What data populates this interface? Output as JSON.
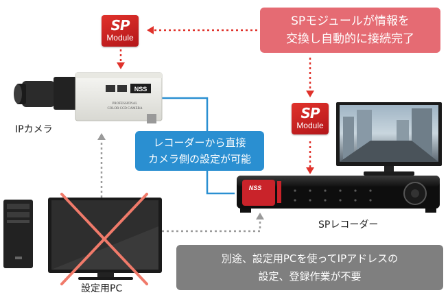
{
  "badges": {
    "sp": "SP",
    "module": "Module"
  },
  "camera": {
    "label": "IPカメラ",
    "brand": "NSS",
    "small_text_1": "PROFESSIONAL",
    "small_text_2": "COLOR CCD CAMERA"
  },
  "recorder": {
    "label": "SPレコーダー",
    "brand": "NSS"
  },
  "pc": {
    "label": "設定用PC"
  },
  "callouts": {
    "top_right": [
      "SPモジュールが情報を",
      "交換し自動的に接続完了"
    ],
    "middle": [
      "レコーダーから直接",
      "カメラ側の設定が可能"
    ],
    "bottom": [
      "別途、設定用PCを使ってIPアドレスの",
      "設定、登録作業が不要"
    ]
  },
  "colors": {
    "top_right_callout": "#e56b73",
    "middle_callout": "#2a8fd1",
    "bottom_callout": "#7f7f7f",
    "cable": "#2a8fd1",
    "red_arrow": "#e0322b",
    "gray_arrow": "#9a9a9a",
    "cross": "#f07a6a"
  }
}
